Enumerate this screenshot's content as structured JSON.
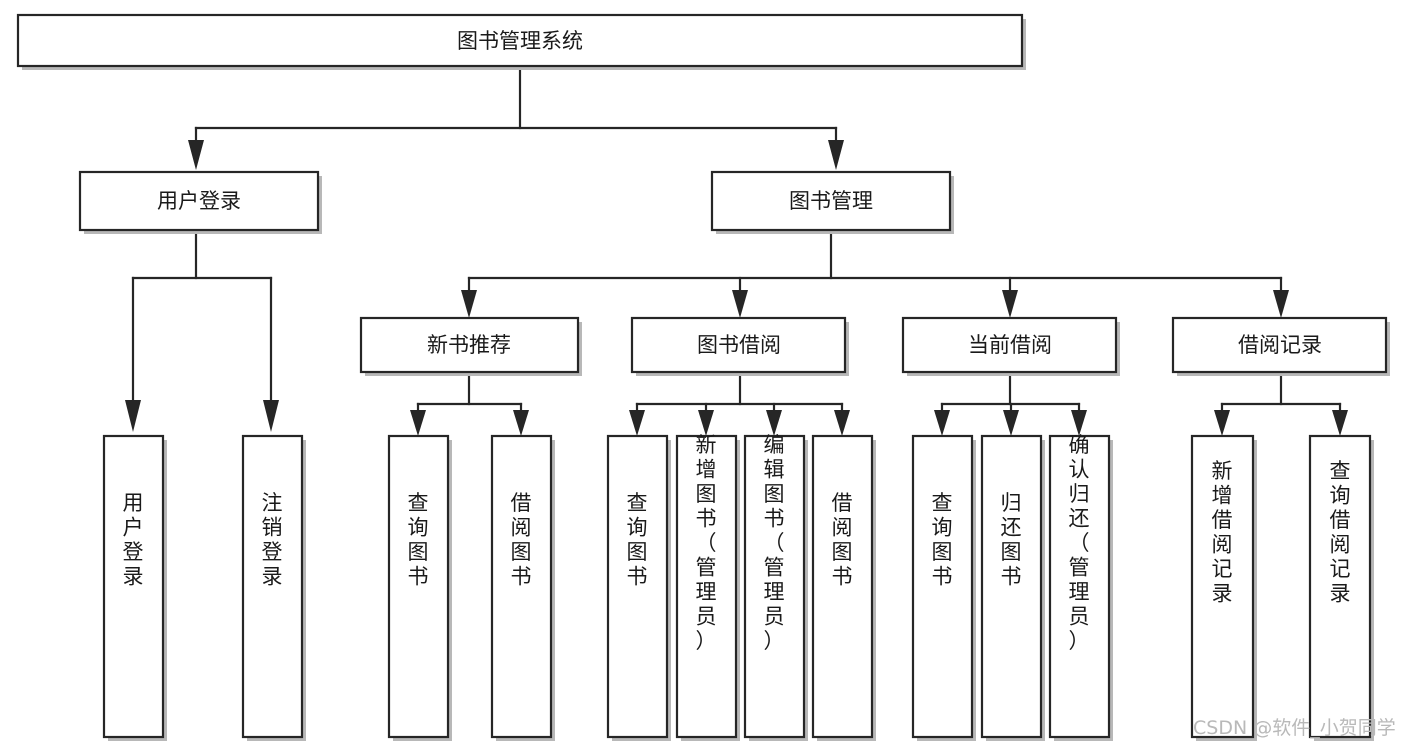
{
  "diagram": {
    "type": "tree-hierarchy-flowchart",
    "title": "图书管理系统",
    "orientation": "top-down",
    "levels": 4,
    "nodes": {
      "root": {
        "label": "图书管理系统",
        "level": 0
      },
      "level1": [
        {
          "id": "user-login",
          "label": "用户登录"
        },
        {
          "id": "book-management",
          "label": "图书管理"
        }
      ],
      "level2": [
        {
          "id": "new-book-recommend",
          "label": "新书推荐",
          "parent": "book-management"
        },
        {
          "id": "book-borrow",
          "label": "图书借阅",
          "parent": "book-management"
        },
        {
          "id": "current-borrow",
          "label": "当前借阅",
          "parent": "book-management"
        },
        {
          "id": "borrow-record",
          "label": "借阅记录",
          "parent": "book-management"
        }
      ],
      "leaves": [
        {
          "id": "leaf-user-login",
          "label": "用户登录",
          "parent": "user-login"
        },
        {
          "id": "leaf-logout-login",
          "label": "注销登录",
          "parent": "user-login"
        },
        {
          "id": "leaf-query-book-1",
          "label": "查询图书",
          "parent": "new-book-recommend"
        },
        {
          "id": "leaf-borrow-book-1",
          "label": "借阅图书",
          "parent": "new-book-recommend"
        },
        {
          "id": "leaf-query-book-2",
          "label": "查询图书",
          "parent": "book-borrow"
        },
        {
          "id": "leaf-add-book",
          "label": "新增图书（管理员）",
          "parent": "book-borrow"
        },
        {
          "id": "leaf-edit-book",
          "label": "编辑图书（管理员）",
          "parent": "book-borrow"
        },
        {
          "id": "leaf-borrow-book-2",
          "label": "借阅图书",
          "parent": "book-borrow"
        },
        {
          "id": "leaf-query-book-3",
          "label": "查询图书",
          "parent": "current-borrow"
        },
        {
          "id": "leaf-return-book",
          "label": "归还图书",
          "parent": "current-borrow"
        },
        {
          "id": "leaf-confirm-return",
          "label": "确认归还（管理员）",
          "parent": "current-borrow"
        },
        {
          "id": "leaf-add-record",
          "label": "新增借阅记录",
          "parent": "borrow-record"
        },
        {
          "id": "leaf-query-record",
          "label": "查询借阅记录",
          "parent": "borrow-record"
        }
      ]
    },
    "colors": {
      "stroke": "#262626",
      "fill": "#ffffff",
      "text": "#1a1a1a",
      "shadow": "#b8b8b8",
      "watermark": "#b9b9b9"
    }
  },
  "watermark": {
    "text": "CSDN @软件_小贺同学"
  }
}
